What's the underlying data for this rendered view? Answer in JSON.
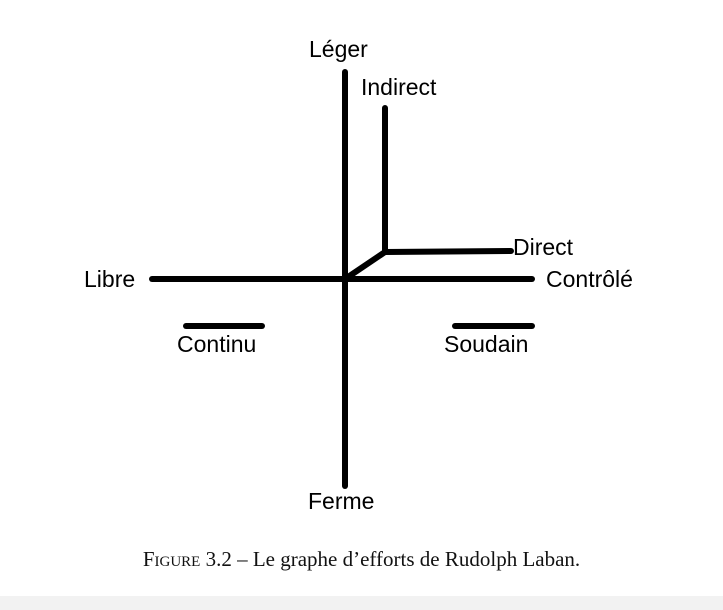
{
  "labels": {
    "leger": "Léger",
    "indirect": "Indirect",
    "direct": "Direct",
    "libre": "Libre",
    "controle": "Contrôlé",
    "continu": "Continu",
    "soudain": "Soudain",
    "ferme": "Ferme"
  },
  "caption": {
    "figure_word": "Figure",
    "number": "3.2",
    "separator": "–",
    "text": "Le graphe d’efforts de Rudolph Laban."
  },
  "colors": {
    "stroke": "#000000",
    "text": "#000000",
    "background": "#ffffff"
  }
}
